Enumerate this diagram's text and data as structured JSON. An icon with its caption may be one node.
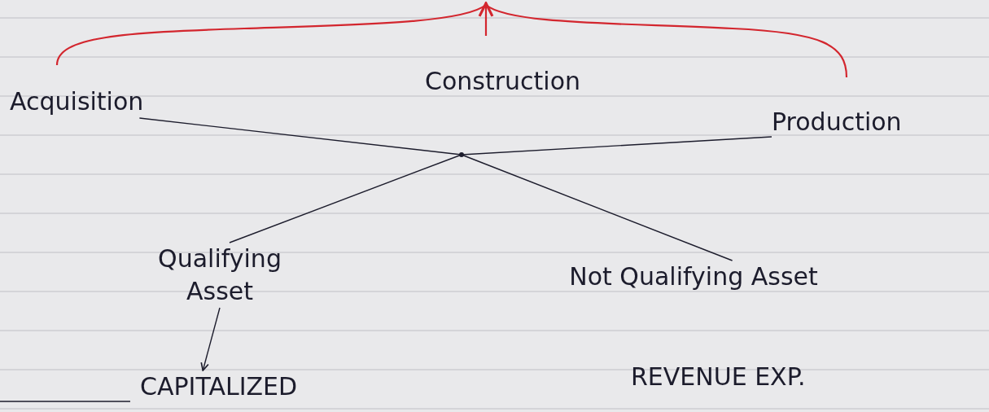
{
  "diagram": {
    "nodes": [
      {
        "text": [
          "Acquisition"
        ]
      },
      {
        "text": [
          "Construction"
        ]
      },
      {
        "text": [
          "Production"
        ]
      },
      {
        "text": [],
        "shape": "point"
      },
      {
        "text": [
          "Qualifying Asset"
        ]
      },
      {
        "text": [
          "Not Qualifying Asset"
        ]
      },
      {
        "text": [
          "CAPITALIZED"
        ]
      },
      {
        "text": [
          "REVENUE EXP."
        ]
      }
    ],
    "edges": [
      {
        "from": 0,
        "to": 3,
        "arrow": "none"
      },
      {
        "from": 2,
        "to": 3,
        "arrow": "none"
      },
      {
        "from": 3,
        "to": 4,
        "arrow": "none"
      },
      {
        "from": 3,
        "to": 5,
        "arrow": "none"
      },
      {
        "from": 4,
        "to": 6,
        "arrow": "to"
      }
    ]
  }
}
